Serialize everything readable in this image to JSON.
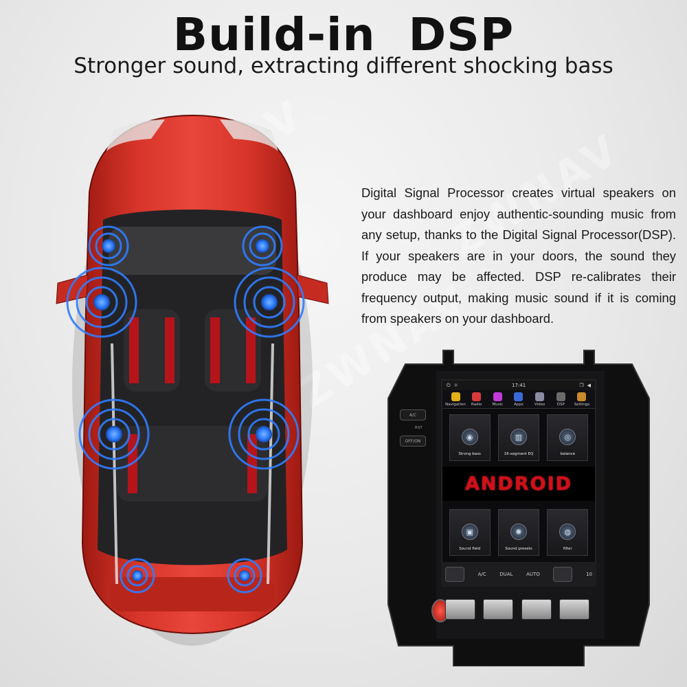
{
  "header": {
    "title": "Build-in  DSP",
    "subtitle": "Stronger sound, extracting different shocking bass"
  },
  "description": "Digital Signal Processor creates virtual speakers on your dashboard enjoy authentic-sounding music from any setup, thanks to the Digital Signal Processor(DSP). If your speakers are in your doors, the sound they produce may be affected. DSP re-calibrates their frequency output, making music sound if it is coming from speakers on your dashboard.",
  "watermark": "ZWNAV",
  "colors": {
    "car_body": "#c8281c",
    "speaker_glow": "#2f7dff",
    "android_logo": "#d0101a"
  },
  "head_unit": {
    "status_time": "17:41",
    "buttons": {
      "ac": "A/C",
      "rst": "RST",
      "off_on": "OFF/ON"
    },
    "top_apps": [
      {
        "label": "Navigation",
        "icon": "navigation-icon",
        "color": "#e0b01a"
      },
      {
        "label": "Radio",
        "icon": "radio-icon",
        "color": "#d73a3a"
      },
      {
        "label": "Music",
        "icon": "music-icon",
        "color": "#c23ad7"
      },
      {
        "label": "Apps",
        "icon": "apps-icon",
        "color": "#3a6ad7"
      },
      {
        "label": "Video",
        "icon": "video-icon",
        "color": "#8a8aa0"
      },
      {
        "label": "DSP",
        "icon": "dsp-icon",
        "color": "#6a6a6a"
      },
      {
        "label": "Settings",
        "icon": "settings-icon",
        "color": "#c88a2a"
      }
    ],
    "tiles_top": [
      {
        "label": "Strong bass",
        "icon": "speaker-icon",
        "glyph": "◉"
      },
      {
        "label": "16-segment EQ",
        "icon": "equalizer-icon",
        "glyph": "▥"
      },
      {
        "label": "balance",
        "icon": "balance-icon",
        "glyph": "◎"
      }
    ],
    "android_text": "ANDROID",
    "tiles_bottom": [
      {
        "label": "Sound field",
        "icon": "sound-field-icon",
        "glyph": "▣"
      },
      {
        "label": "Sound presets",
        "icon": "presets-icon",
        "glyph": "✺"
      },
      {
        "label": "filter",
        "icon": "filter-icon",
        "glyph": "◍"
      }
    ],
    "climate": {
      "ac_label": "A/C",
      "dual_label": "DUAL",
      "auto_label": "AUTO",
      "volume": "10"
    }
  }
}
